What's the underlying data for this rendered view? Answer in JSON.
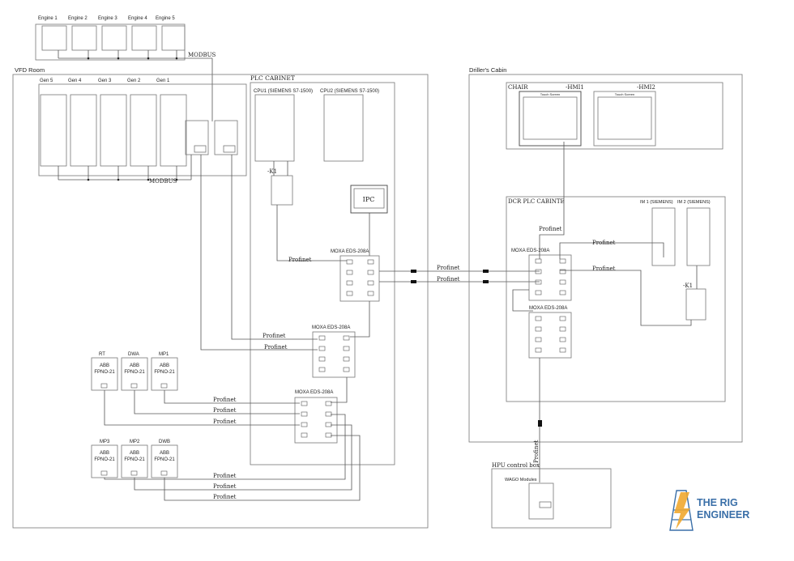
{
  "engine_panel": {
    "engines": [
      "Engine 1",
      "Engine 2",
      "Engine 3",
      "Engine 4",
      "Engine 5"
    ],
    "modbus_label": "MODBUS"
  },
  "vfd_room": {
    "title": "VFD Room",
    "gens": [
      "Gen 5",
      "Gen 4",
      "Gen 3",
      "Gen 2",
      "Gen 1"
    ],
    "modbus_label": "MODBUS",
    "drives": [
      {
        "name": "RT",
        "model": "ABB",
        "sub": "FPNO-21"
      },
      {
        "name": "DWA",
        "model": "ABB",
        "sub": "FPNO-21"
      },
      {
        "name": "MP1",
        "model": "ABB",
        "sub": "FPNO-21"
      },
      {
        "name": "MP3",
        "model": "ABB",
        "sub": "FPNO-21"
      },
      {
        "name": "MP2",
        "model": "ABB",
        "sub": "FPNO-21"
      },
      {
        "name": "DWB",
        "model": "ABB",
        "sub": "FPNO-21"
      }
    ]
  },
  "plc_cabinet": {
    "title": "PLC CABINET",
    "cpu1": "CPU1 (SIEMENS S7-1500)",
    "cpu2": "CPU2 (SIEMENS S7-1500)",
    "relay": "-K1",
    "ipc": "IPC",
    "switch1": "MOXA EDS-208A",
    "switch2": "MOXA EDS-208A",
    "switch3": "MOXA EDS-208A"
  },
  "drillers_cabin": {
    "title": "Driller's Cabin",
    "chair": "CHAIR",
    "hmi1": "-HMI1",
    "hmi2": "-HMI2",
    "touch_screen": "Touch Screen",
    "dcr_title": "DCR PLC CABINTE",
    "switch1": "MOXA EDS-208A",
    "switch2": "MOXA EDS-208A",
    "im1": "IM 1 (SIEMENS)",
    "im2": "IM 2 (SIEMENS)",
    "relay": "-K1"
  },
  "hpu": {
    "title": "HPU control box",
    "module": "WAGO Modules"
  },
  "link_label": "Profinet",
  "logo": {
    "line1": "THE RIG",
    "line2": "ENGINEER",
    "colors": {
      "text": "#3a6fa8",
      "accent": "#f0a830"
    }
  }
}
